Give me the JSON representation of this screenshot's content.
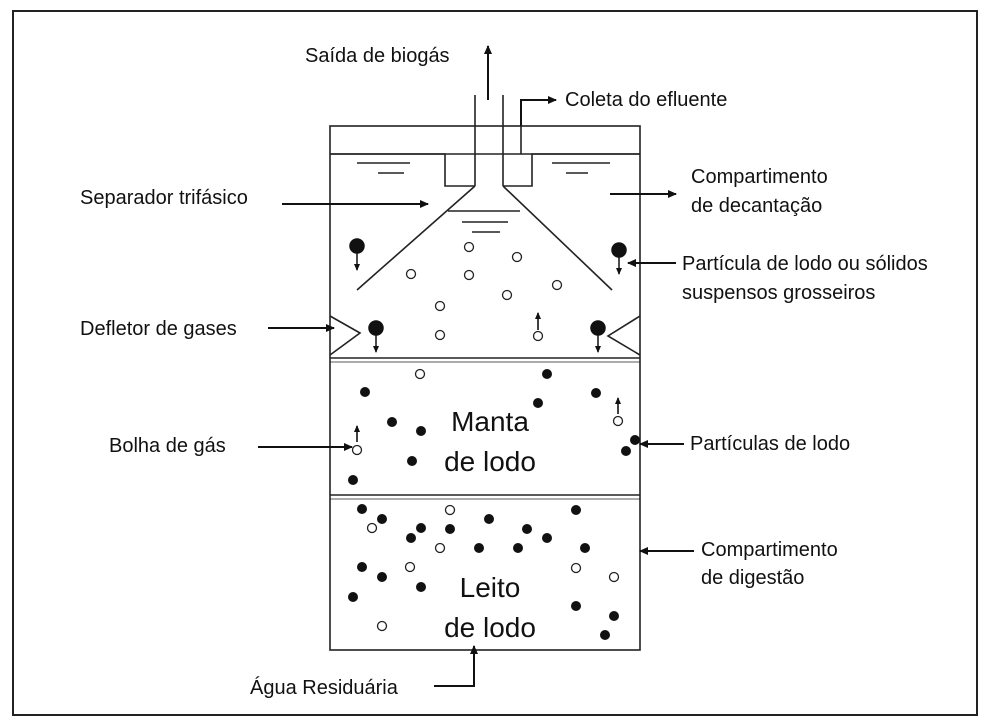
{
  "labels": {
    "biogas_outlet": "Saída de biogás",
    "effluent_collection": "Coleta do efluente",
    "three_phase_separator": "Separador trifásico",
    "settling_compartment_l1": "Compartimento",
    "settling_compartment_l2": "de decantação",
    "sludge_particle_l1": "Partícula de lodo ou sólidos",
    "sludge_particle_l2": "suspensos grosseiros",
    "gas_deflector": "Defletor de gases",
    "gas_bubble": "Bolha de gás",
    "sludge_particles": "Partículas de lodo",
    "digestion_compartment_l1": "Compartimento",
    "digestion_compartment_l2": "de digestão",
    "wastewater": "Água Residuária"
  },
  "zones": {
    "sludge_blanket_l1": "Manta",
    "sludge_blanket_l2": "de lodo",
    "sludge_bed_l1": "Leito",
    "sludge_bed_l2": "de lodo"
  }
}
